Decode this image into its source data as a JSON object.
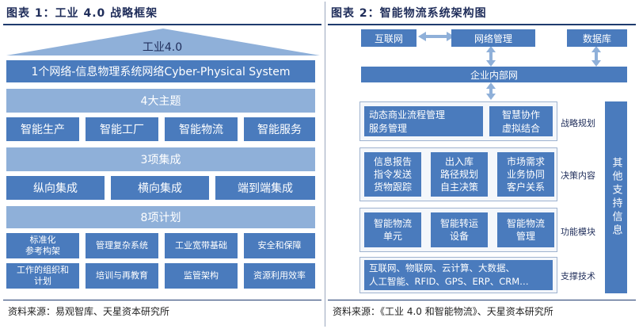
{
  "left": {
    "title": "图表 1：工业 4.0 战略框架",
    "roof": "工业4.0",
    "network": "1个网络-信息物理系统网络Cyber-Physical System",
    "themes_header": "4大主题",
    "themes": [
      "智能生产",
      "智能工厂",
      "智能物流",
      "智能服务"
    ],
    "integration_header": "3项集成",
    "integrations": [
      "纵向集成",
      "横向集成",
      "端到端集成"
    ],
    "plans_header": "8项计划",
    "plans_row1": [
      "标准化\n参考构架",
      "管理复杂系统",
      "工业宽带基础",
      "安全和保障"
    ],
    "plans_row2": [
      "工作的组织和\n计划",
      "培训与再教育",
      "监管架构",
      "资源利用效率"
    ],
    "source": "资料来源：易观智库、天星资本研究所"
  },
  "right": {
    "title": "图表 2：智能物流系统架构图",
    "internet": "互联网",
    "network_mgmt": "网络管理",
    "database": "数据库",
    "intranet": "企业内部网",
    "strategy_a": "动态商业流程管理\n服务管理",
    "strategy_b": "智慧协作\n虚拟结合",
    "strategy_label": "战略规划",
    "decision_col1": "信息报告\n指令发送\n货物跟踪",
    "decision_col2": "出入库\n路径规划\n自主决策",
    "decision_col3": "市场需求\n业务协同\n客户关系",
    "decision_label": "决策内容",
    "modules": [
      "智能物流\n单元",
      "智能转运\n设备",
      "智能物流\n管理"
    ],
    "modules_label": "功能模块",
    "support": "互联网、物联网、云计算、大数据、\n人工智能、RFID、GPS、ERP、CRM…",
    "support_label": "支撑技术",
    "side": "其他支持信息",
    "source": "资料来源：《工业 4.0 和智能物流》、天星资本研究所"
  },
  "colors": {
    "box": "#4a7bbd",
    "band": "#8fb0d9",
    "rule": "#1f3b6e"
  }
}
